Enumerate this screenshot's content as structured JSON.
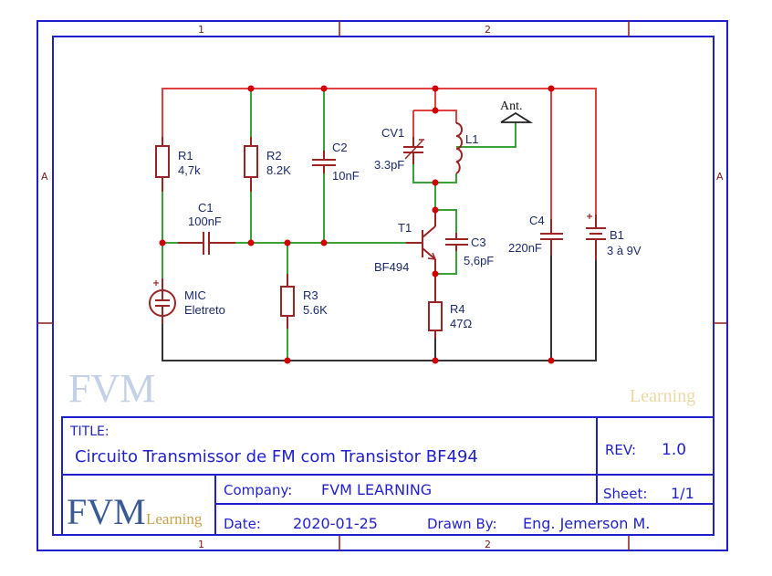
{
  "frame": {
    "col_labels": [
      "1",
      "2"
    ],
    "row_label": "A"
  },
  "watermark": {
    "main": "FVM",
    "sub": "Learning"
  },
  "components": {
    "R1": {
      "ref": "R1",
      "value": "4,7k"
    },
    "R2": {
      "ref": "R2",
      "value": "8.2K"
    },
    "C2": {
      "ref": "C2",
      "value": "10nF"
    },
    "C1": {
      "ref": "C1",
      "value": "100nF"
    },
    "CV1": {
      "ref": "CV1",
      "value": "3.3pF"
    },
    "L1": {
      "ref": "L1"
    },
    "ANT": {
      "ref": "Ant."
    },
    "T1": {
      "ref": "T1",
      "value": "BF494"
    },
    "C3": {
      "ref": "C3",
      "value": "5,6pF"
    },
    "R3": {
      "ref": "R3",
      "value": "5.6K"
    },
    "R4": {
      "ref": "R4",
      "value": "47Ω"
    },
    "MIC": {
      "ref": "MIC",
      "value": "Eletreto"
    },
    "C4": {
      "ref": "C4",
      "value": "220nF"
    },
    "B1": {
      "ref": "B1",
      "value": "3 à 9V"
    }
  },
  "colors": {
    "frame": "#1f1fcf",
    "vcc_wire": "#e04040",
    "signal_wire": "#3aa13a",
    "gnd_wire": "#333333",
    "component": "#9b2323",
    "junction": "#d00000",
    "label": "#1a2a6c"
  },
  "title_block": {
    "title_label": "TITLE:",
    "title": "Circuito Transmissor de FM com Transistor BF494",
    "rev_label": "REV:",
    "rev": "1.0",
    "company_label": "Company:",
    "company": "FVM LEARNING",
    "sheet_label": "Sheet:",
    "sheet": "1/1",
    "date_label": "Date:",
    "date": "2020-01-25",
    "drawn_by_label": "Drawn By:",
    "drawn_by": "Eng. Jemerson M.",
    "logo_main": "FVM",
    "logo_sub": "Learning"
  }
}
